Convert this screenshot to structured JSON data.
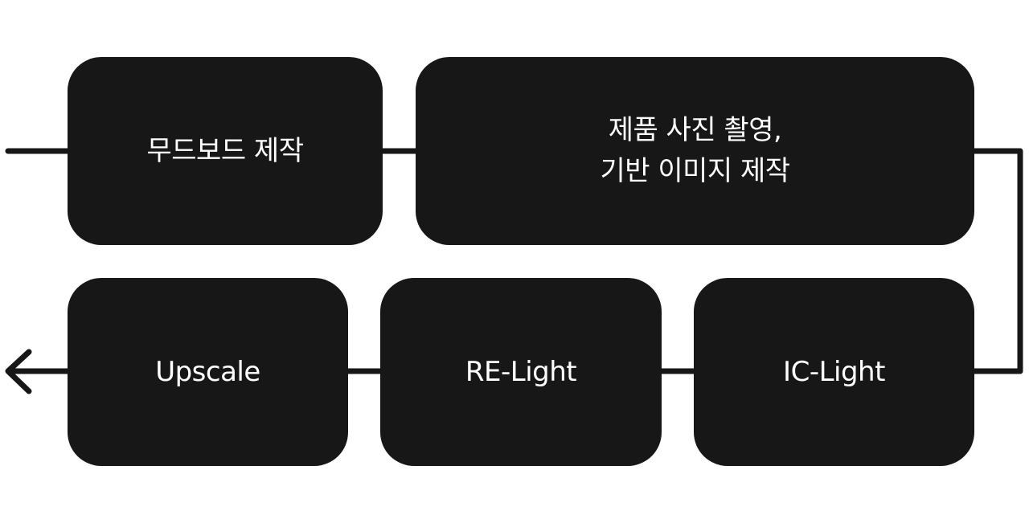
{
  "diagram": {
    "line_color": "#171717",
    "box_color": "#171717",
    "text_color": "#ffffff",
    "steps": [
      {
        "id": "moodboard",
        "label": "무드보드 제작"
      },
      {
        "id": "product",
        "label": "제품 사진 촬영,\n기반 이미지 제작"
      },
      {
        "id": "iclight",
        "label": "IC-Light"
      },
      {
        "id": "relight",
        "label": "RE-Light"
      },
      {
        "id": "upscale",
        "label": "Upscale"
      }
    ]
  }
}
